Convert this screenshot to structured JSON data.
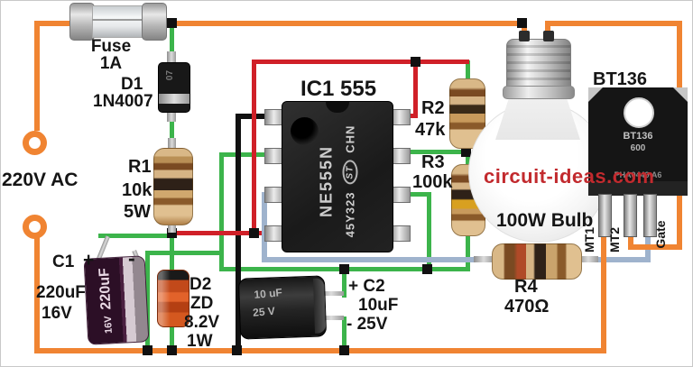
{
  "diagram": {
    "source": "220V AC",
    "watermark": "circuit-ideas.com"
  },
  "colors": {
    "live": "#F08432",
    "green": "#3CB44B",
    "red": "#D02028",
    "blue": "#9FB3CD",
    "black": "#111111",
    "watermark": "#C22A2E",
    "label": "#151515"
  },
  "components": {
    "fuse": {
      "ref": "Fuse",
      "value": "1A"
    },
    "d1": {
      "ref": "D1",
      "value": "1N4007",
      "body": "07"
    },
    "r1": {
      "ref": "R1",
      "value": "10k",
      "power": "5W"
    },
    "ic1": {
      "ref": "IC1 555",
      "marking_main": "NE555N",
      "marking_lot": "45Y323",
      "marking_brand": "ST",
      "marking_origin": "CHN"
    },
    "r2": {
      "ref": "R2",
      "value": "47k"
    },
    "r3": {
      "ref": "R3",
      "value": "100k"
    },
    "r4": {
      "ref": "R4",
      "value": "470Ω"
    },
    "c1": {
      "ref": "C1",
      "plus": "+",
      "minus": "-",
      "value": "220uF",
      "voltage": "16V",
      "body_value": "220uF",
      "body_voltage": "16V"
    },
    "c2": {
      "plus_label": "+ C2",
      "value": "10uF",
      "minus_label": "- 25V",
      "body_value": "10 uF",
      "body_voltage": "25 V"
    },
    "d2": {
      "ref": "D2",
      "type": "ZD",
      "value": "8.2V",
      "power": "1W"
    },
    "bulb": {
      "label": "100W Bulb"
    },
    "triac": {
      "ref": "BT136",
      "marking1": "BT136",
      "marking2": "600",
      "marking3": "PHA0449 A6",
      "pin1": "MT1",
      "pin2": "MT2",
      "pin3": "Gate"
    }
  }
}
